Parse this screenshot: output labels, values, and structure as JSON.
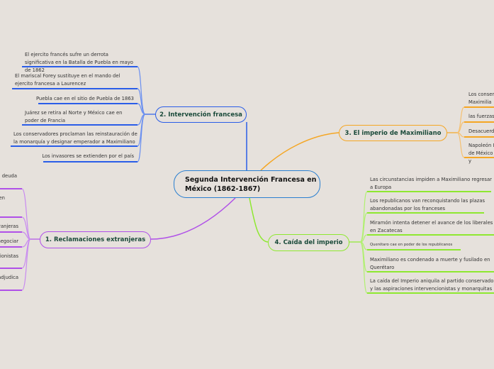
{
  "central": {
    "title": "Segunda Intervención Francesa en México (1862-1867)"
  },
  "branches": {
    "b1": {
      "title": "1. Reclamaciones extranjeras",
      "color": "#b050e8",
      "items": [
        "a deuda",
        "en",
        "ranjeras",
        "negociar",
        "cionistas",
        "adjudica"
      ]
    },
    "b2": {
      "title": "2. Intervención francesa",
      "color": "#2a5de8",
      "items": [
        "El ejercito francés sufre un derrota significativa en la Batalla de Puebla en mayo de 1862",
        "El mariscal Forey sustituye en el mando del ejercito francesa a Laurencez",
        "Puebla cae en el sitio de Puebla de 1863",
        "Juárez se retira al Norte y México cae en poder de Francia",
        "Los conservadores proclaman las reinstauración de la monarquía y designar emperador a Maximiliano",
        "Los invasores se extienden por el país"
      ]
    },
    "b3": {
      "title": "3. El imperio de Maximiliano",
      "color": "#f5a623",
      "items": [
        "Los conserv a Maximilia",
        "las fuerzas",
        "Desacuerdo",
        "Napoleón I de México y"
      ]
    },
    "b4": {
      "title": "4. Caída del imperio",
      "color": "#8ee830",
      "items": [
        "Las circunstancias impiden a Maximiliano regresar a Europa",
        "Los republicanos van reconquistando las plazas abandonadas por los franceses",
        "Miramón intenta detener el avance de los liberales en  Zacatecas",
        "Querétaro cae en poder de los republicanos",
        "Maximiliano es condenado a muerte y fusilado  en Querétaro",
        "La  caída del Imperio aniquila al partido conservador y las aspiraciones intervencionistas y monarquitas"
      ]
    }
  }
}
